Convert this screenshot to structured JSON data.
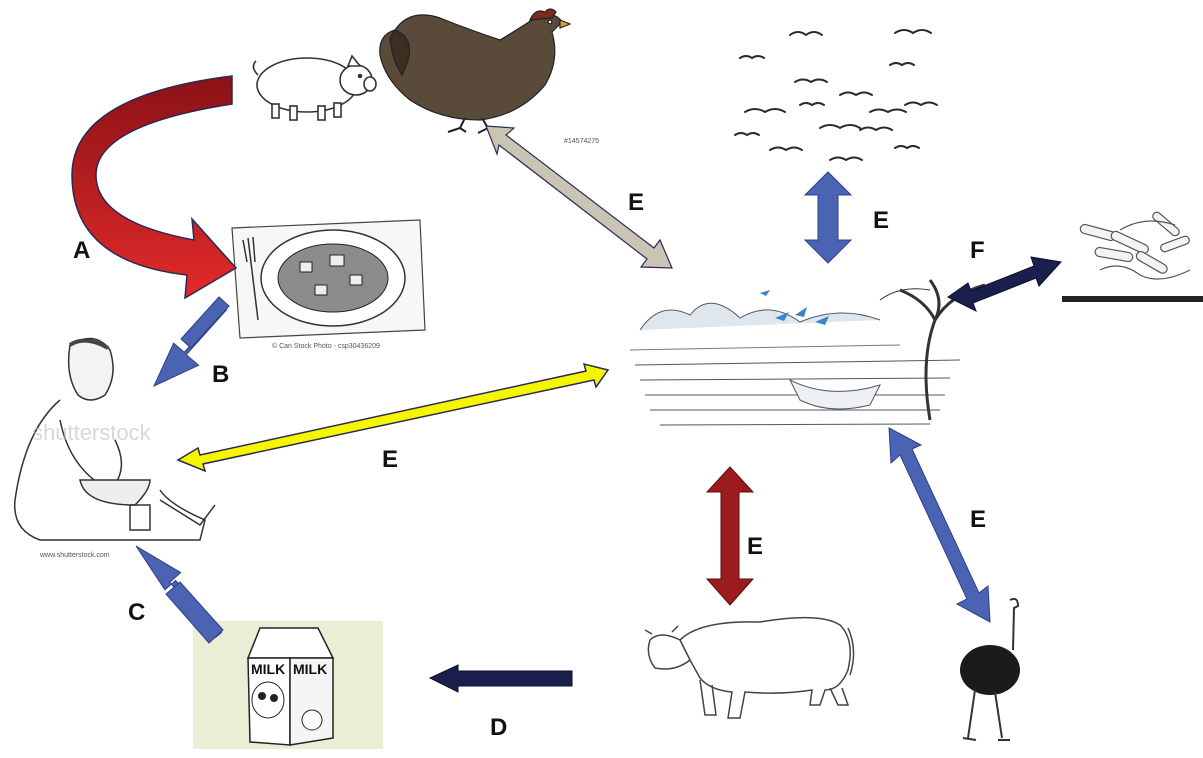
{
  "labels": {
    "a": "A",
    "b": "B",
    "c": "C",
    "d": "D",
    "e_chicken": "E",
    "e_birds": "E",
    "e_human": "E",
    "e_cow": "E",
    "e_ostrich": "E",
    "f": "F"
  },
  "watermarks": {
    "chicken_id": "#14574275",
    "plate_credit": "© Can Stock Photo - csp30436209",
    "human_brand": "shutterstock",
    "human_url": "www.shutterstock.com",
    "milk_label_left": "MILK",
    "milk_label_right": "MILK"
  },
  "colors": {
    "arrow_a_dark": "#8b1216",
    "arrow_a_light": "#e32a2a",
    "arrow_blue": "#4b63b3",
    "arrow_blue_stroke": "#2f3f88",
    "arrow_beige": "#c9c4b4",
    "arrow_yellow": "#f5f500",
    "arrow_red": "#9b1b1e",
    "arrow_navy": "#1a1f4e",
    "milk_bg": "#e9eed5"
  }
}
